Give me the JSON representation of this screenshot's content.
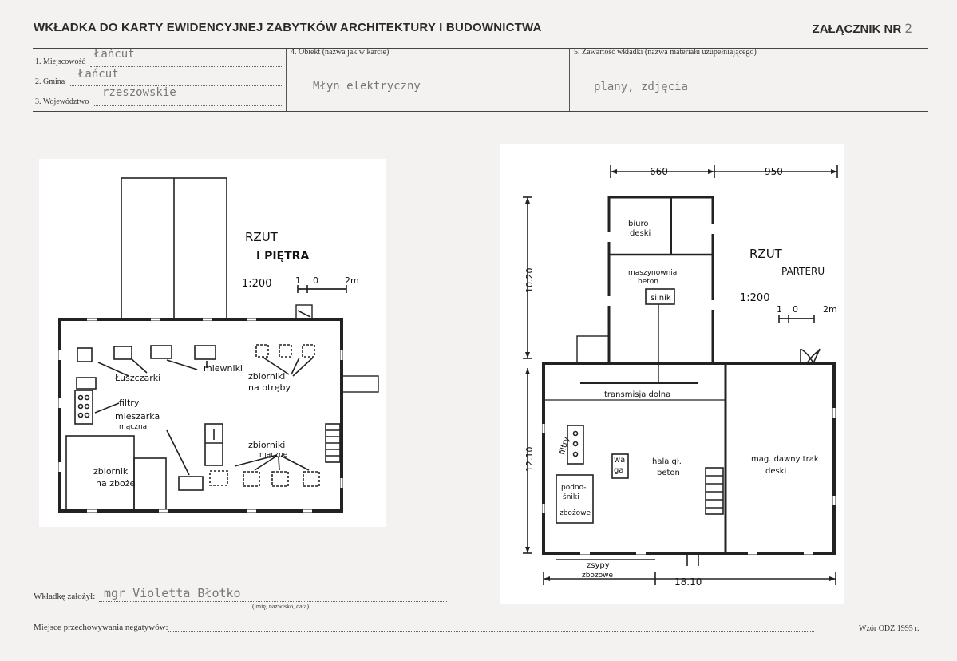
{
  "header": {
    "title": "WKŁADKA DO KARTY EWIDENCYJNEJ ZABYTKÓW ARCHITEKTURY I BUDOWNICTWA",
    "annex_label": "ZAŁĄCZNIK NR",
    "annex_number": "2"
  },
  "form": {
    "miejscowosc_label": "1. Miejscowość",
    "miejscowosc_value": "Łańcut",
    "gmina_label": "2. Gmina",
    "gmina_value": "Łańcut",
    "wojewodztwo_label": "3. Województwo",
    "wojewodztwo_value": "rzeszowskie",
    "obiekt_label": "4. Obiekt  (nazwa jak w karcie)",
    "obiekt_value": "Młyn elektryczny",
    "zawartosc_label": "5. Zawartość wkładki  (nazwa materiału uzupełniającego)",
    "zawartosc_value": "plany, zdjęcia"
  },
  "plan_left": {
    "title_line1": "RZUT",
    "title_line2": "I PIĘTRA",
    "scale": "1:200",
    "scale_ticks": [
      "1",
      "0",
      "2m"
    ],
    "labels": {
      "luszczarki": "Łuszczarki",
      "mlewniki": "mlewniki",
      "zbiorniki_otreby_1": "zbiorniki",
      "zbiorniki_otreby_2": "na otręby",
      "filtry": "filtry",
      "mieszarka_1": "mieszarka",
      "mieszarka_2": "mączna",
      "zbiorniki_maczne_1": "zbiorniki",
      "zbiorniki_maczne_2": "mączne",
      "zbiornik_zboze_1": "zbiornik",
      "zbiornik_zboze_2": "na zboże"
    }
  },
  "plan_right": {
    "title_line1": "RZUT",
    "title_line2": "PARTERU",
    "scale": "1:200",
    "scale_ticks": [
      "1",
      "0",
      "2m"
    ],
    "dims": {
      "top_left": "660",
      "top_right": "950",
      "left_upper": "10.20",
      "left_lower": "12.10",
      "bottom": "18.10"
    },
    "labels": {
      "biuro_1": "biuro",
      "biuro_2": "deski",
      "maszynownia_1": "maszynownia",
      "maszynownia_2": "beton",
      "silnik": "silnik",
      "transmisja": "transmisja dolna",
      "filtry": "filtry",
      "waga_1": "wa",
      "waga_2": "ga",
      "hala_1": "hala gł.",
      "hala_2": "beton",
      "magazyn_1": "mag. dawny trak",
      "magazyn_2": "deski",
      "podnosniki_1": "podno-",
      "podnosniki_2": "śniki",
      "podnosniki_3": "zbożowe",
      "zsypy_1": "zsypy",
      "zsypy_2": "zbożowe"
    }
  },
  "footer": {
    "zalozyl_label": "Wkładkę założył:",
    "zalozyl_value": "mgr Violetta Błotko",
    "zalozyl_hint": "(imię, nazwisko, data)",
    "negatywy_label": "Miejsce przechowywania negatywów:",
    "wzor": "Wzór ODZ 1995 r."
  },
  "colors": {
    "paper": "#f3f2f0",
    "ink": "#222222",
    "typed": "#777777"
  }
}
